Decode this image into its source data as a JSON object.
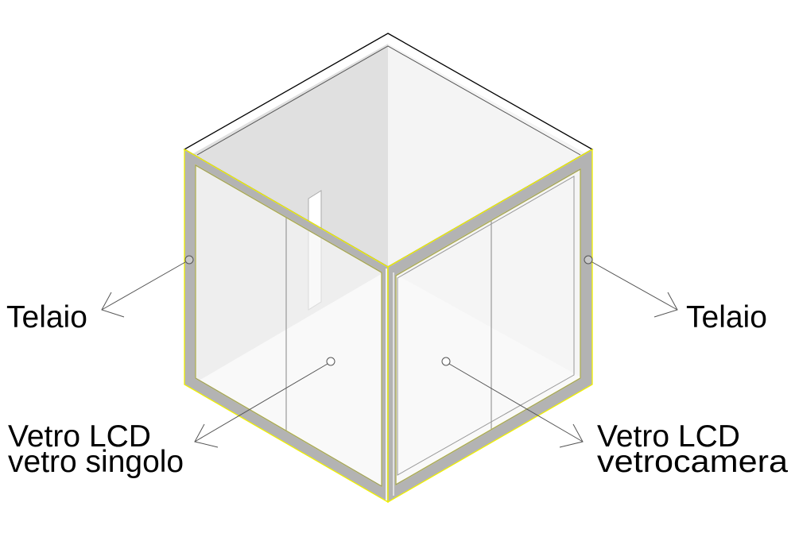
{
  "labels": {
    "frame_left": "Telaio",
    "frame_right": "Telaio",
    "glass_left_line1": "Vetro LCD",
    "glass_left_line2": "vetro singolo",
    "glass_right_line1": "Vetro LCD",
    "glass_right_line2": "vetrocamera"
  },
  "colors": {
    "frame": "#b3b3b3",
    "highlight": "#f0f000",
    "wall": "#e0e0e0",
    "glass": "#f6f6f6",
    "leader": "#555555"
  }
}
